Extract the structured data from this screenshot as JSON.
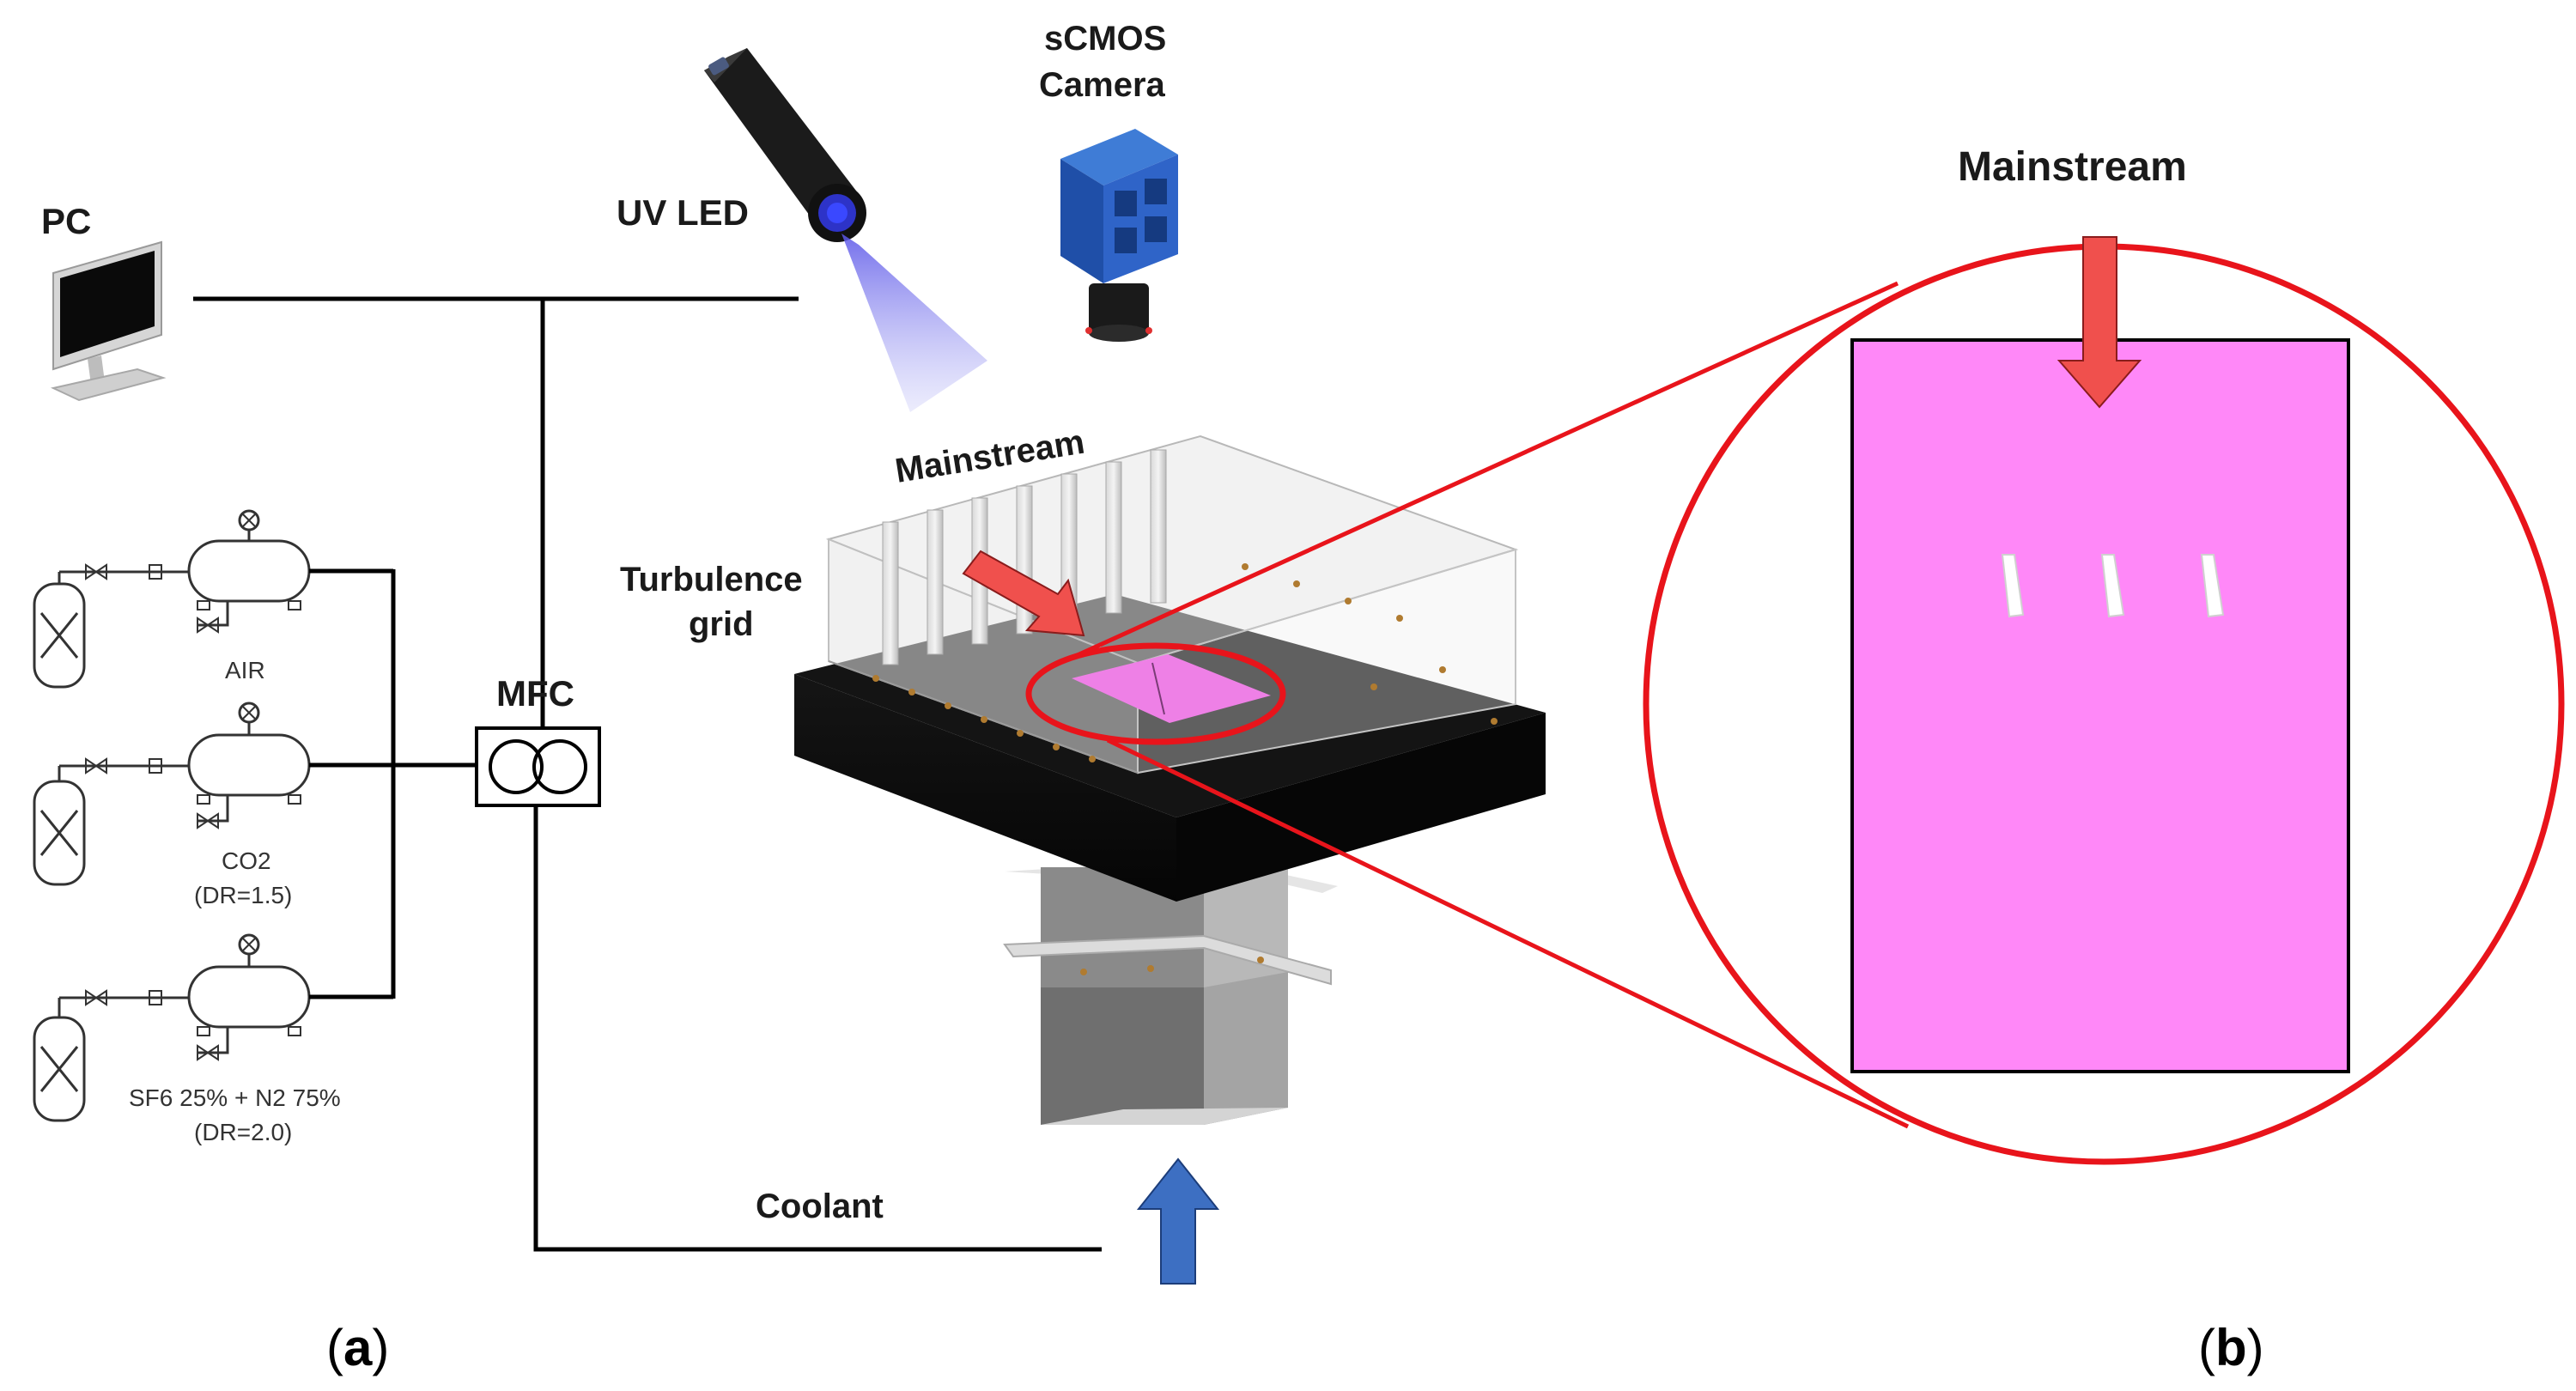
{
  "panel_a": {
    "pc_label": "PC",
    "uv_led_label": "UV LED",
    "camera_label_line1": "sCMOS",
    "camera_label_line2": "Camera",
    "mainstream_label": "Mainstream",
    "turbulence_label_line1": "Turbulence",
    "turbulence_label_line2": "grid",
    "mfc_label": "MFC",
    "coolant_label": "Coolant",
    "gas_supplies": [
      {
        "label": "AIR",
        "sublabel": ""
      },
      {
        "label": "CO2",
        "sublabel": "(DR=1.5)"
      },
      {
        "label": "SF6 25% + N2 75%",
        "sublabel": "(DR=2.0)"
      }
    ],
    "caption_prefix": "(",
    "caption_letter": "a",
    "caption_suffix": ")"
  },
  "panel_b": {
    "mainstream_label": "Mainstream",
    "caption_prefix": "(",
    "caption_letter": "b",
    "caption_suffix": ")"
  },
  "colors": {
    "line": "#000000",
    "highlight_red": "#e8141b",
    "mainstream_arrow": "#f0504d",
    "coolant_arrow": "#3d6fc2",
    "test_surface": "#ff88f8",
    "test_plate": "#0c0c0c",
    "camera_blue": "#2f64c8"
  }
}
